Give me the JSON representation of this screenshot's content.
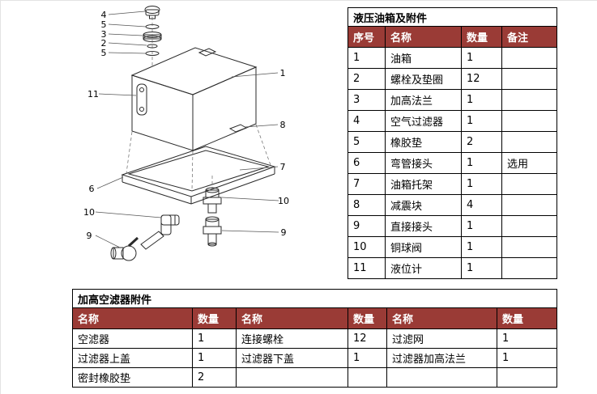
{
  "colors": {
    "table_header_bg": "#9a3b36",
    "table_header_text": "#ffffff",
    "table_border": "#000000",
    "diagram_line": "#2a2a2a"
  },
  "diagram": {
    "description": "exploded-view-of-hydraulic-oil-tank",
    "callouts": {
      "c4": "4",
      "c5a": "5",
      "c3": "3",
      "c2": "2",
      "c5b": "5",
      "c1": "1",
      "c11": "11",
      "c8": "8",
      "c7": "7",
      "c6": "6",
      "c10a": "10",
      "c9a": "9",
      "c10b": "10",
      "c9b": "9"
    }
  },
  "main_table": {
    "title": "液压油箱及附件",
    "headers": [
      "序号",
      "名称",
      "数量",
      "备注"
    ],
    "rows": [
      [
        "1",
        "油箱",
        "1",
        ""
      ],
      [
        "2",
        "螺栓及垫圈",
        "12",
        ""
      ],
      [
        "3",
        "加高法兰",
        "1",
        ""
      ],
      [
        "4",
        "空气过滤器",
        "1",
        ""
      ],
      [
        "5",
        "橡胶垫",
        "2",
        ""
      ],
      [
        "6",
        "弯管接头",
        "1",
        "选用"
      ],
      [
        "7",
        "油箱托架",
        "1",
        ""
      ],
      [
        "8",
        "减震块",
        "4",
        ""
      ],
      [
        "9",
        "直接接头",
        "1",
        ""
      ],
      [
        "10",
        "铜球阀",
        "1",
        ""
      ],
      [
        "11",
        "液位计",
        "1",
        ""
      ]
    ]
  },
  "filter_table": {
    "title": "加高空滤器附件",
    "headers": [
      "名称",
      "数量",
      "名称",
      "数量",
      "名称",
      "数量"
    ],
    "rows": [
      [
        "空滤器",
        "1",
        "连接螺栓",
        "12",
        "过滤网",
        "1"
      ],
      [
        "过滤器上盖",
        "1",
        "过滤器下盖",
        "1",
        "过滤器加高法兰",
        "1"
      ],
      [
        "密封橡胶垫",
        "2",
        "",
        "",
        "",
        ""
      ]
    ]
  }
}
